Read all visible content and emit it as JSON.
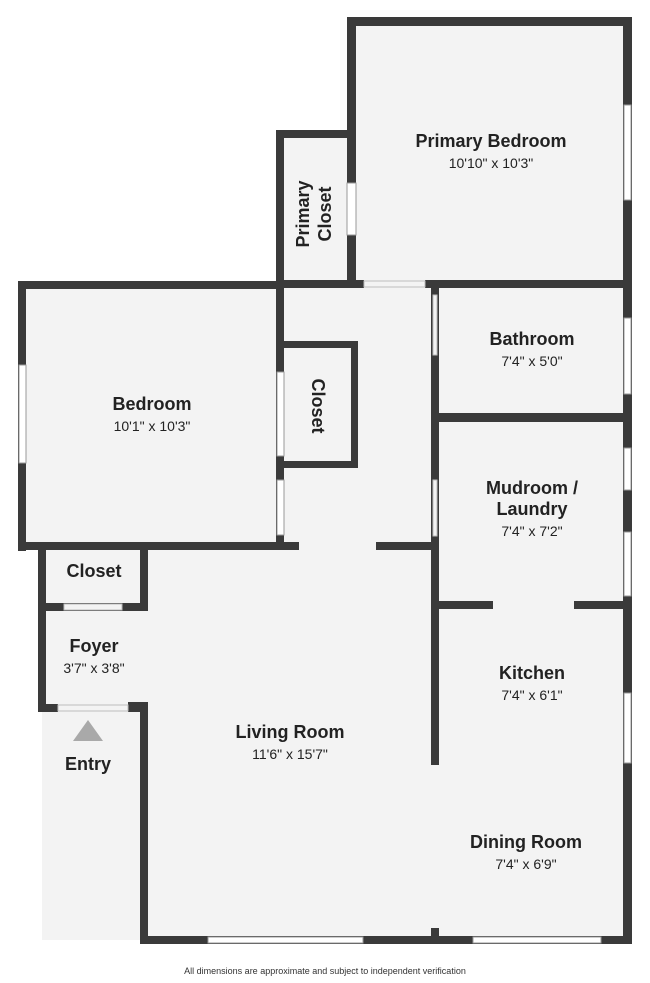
{
  "rooms": {
    "primary_bedroom": {
      "name": "Primary Bedroom",
      "dims": "10'10\" x 10'3\""
    },
    "primary_closet": {
      "line1": "Primary",
      "line2": "Closet"
    },
    "bedroom": {
      "name": "Bedroom",
      "dims": "10'1\" x 10'3\""
    },
    "hall_closet": {
      "name": "Closet"
    },
    "bathroom": {
      "name": "Bathroom",
      "dims": "7'4\" x 5'0\""
    },
    "mudroom": {
      "line1": "Mudroom /",
      "line2": "Laundry",
      "dims": "7'4\" x 7'2\""
    },
    "foyer_closet": {
      "name": "Closet"
    },
    "foyer": {
      "name": "Foyer",
      "dims": "3'7\" x 3'8\""
    },
    "kitchen": {
      "name": "Kitchen",
      "dims": "7'4\" x 6'1\""
    },
    "living_room": {
      "name": "Living Room",
      "dims": "11'6\" x 15'7\""
    },
    "dining_room": {
      "name": "Dining Room",
      "dims": "7'4\" x 6'9\""
    }
  },
  "entry": {
    "label": "Entry"
  },
  "footer": {
    "disclaimer": "All dimensions are approximate and subject to independent verification"
  },
  "colors": {
    "wall": "#3a3a3a",
    "floor": "#f3f3f3",
    "window": "#ffffff",
    "entry_marker": "#a9a9a9"
  }
}
